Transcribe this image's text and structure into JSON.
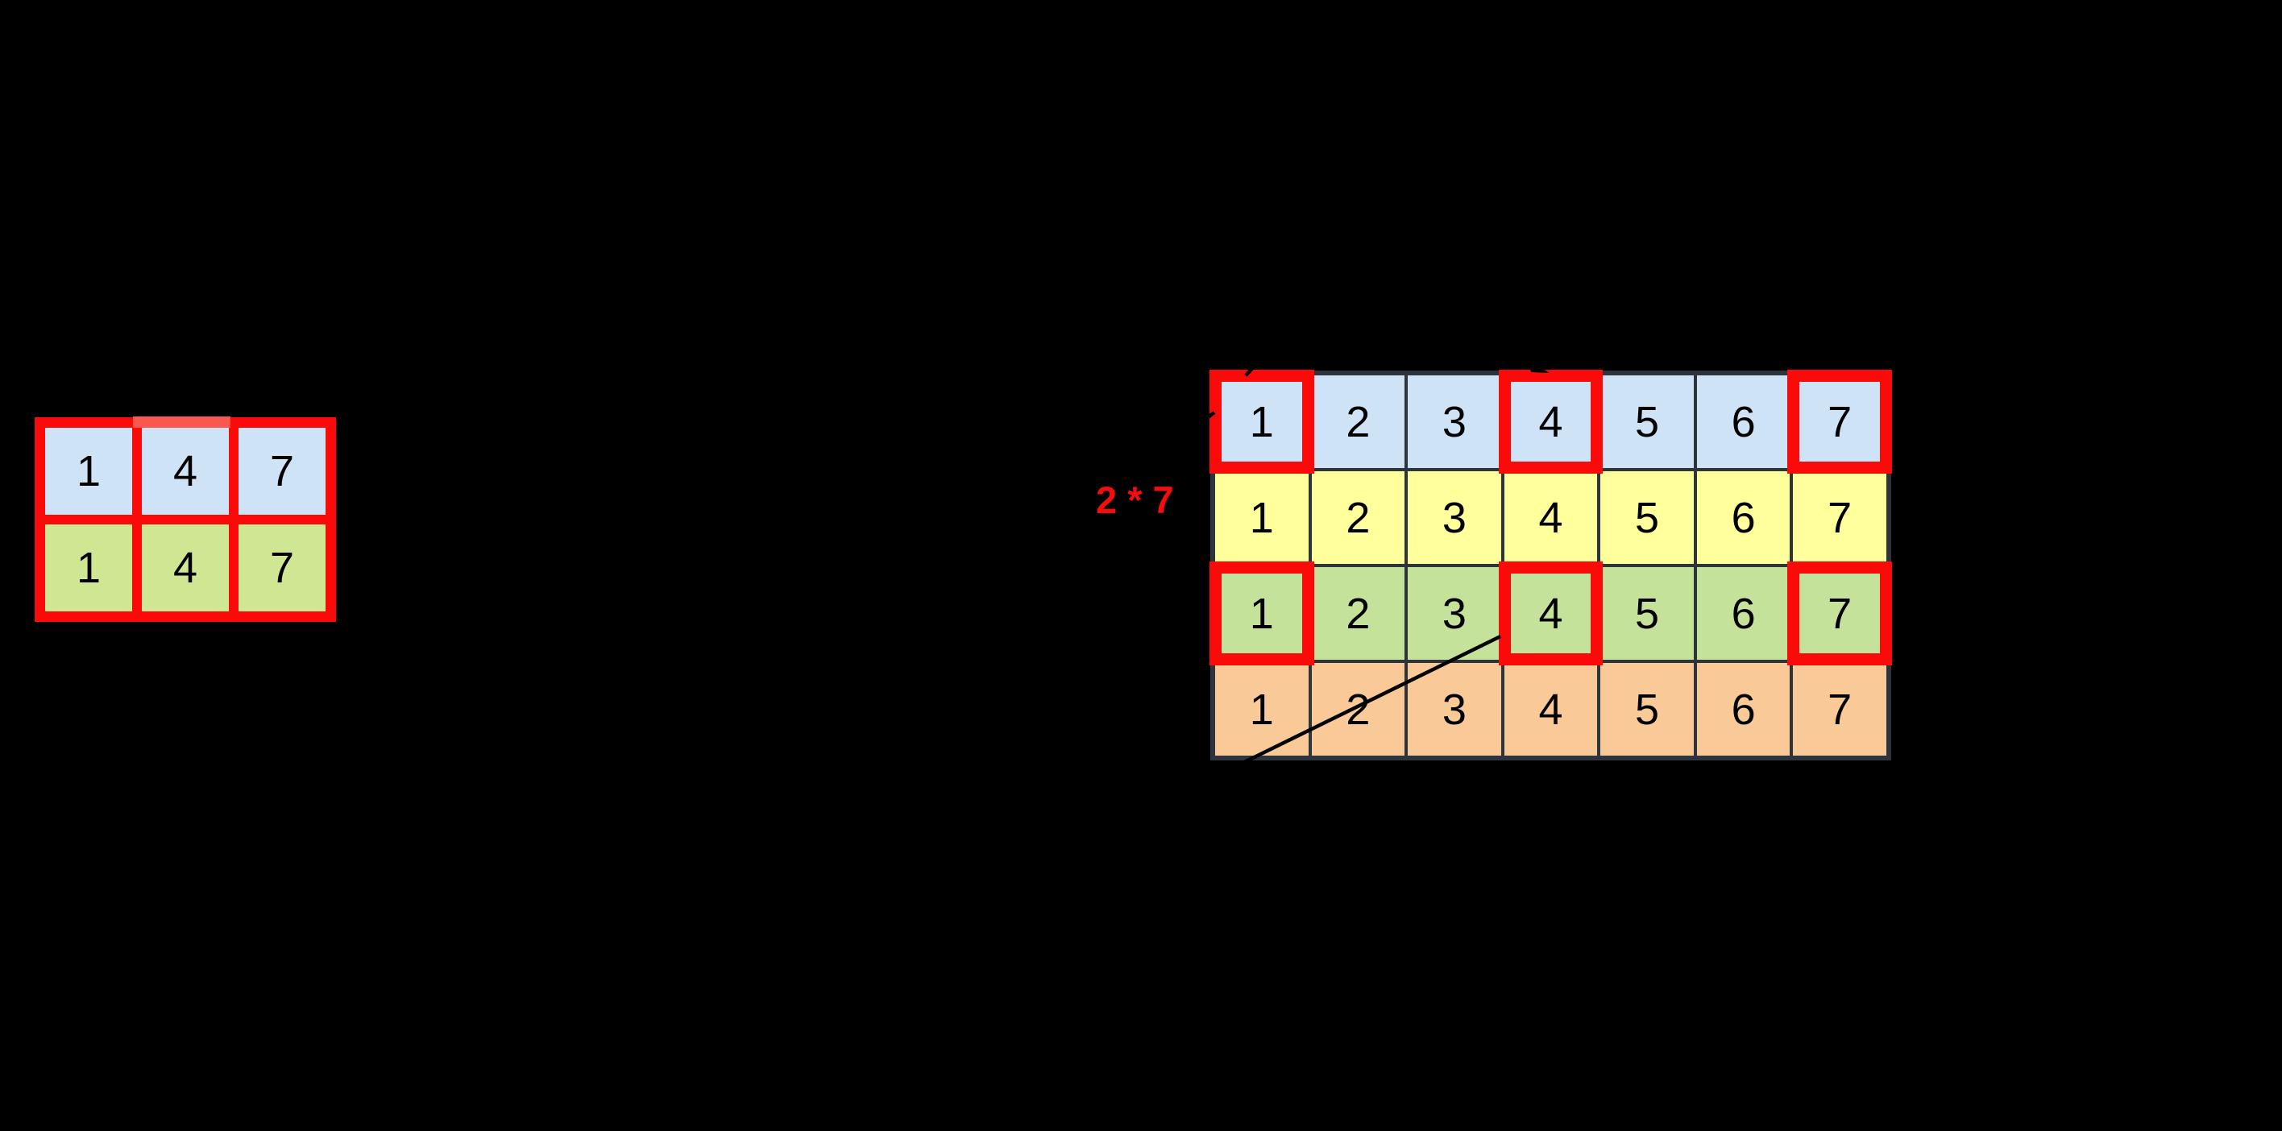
{
  "colors": {
    "background": "#000000",
    "cell_border": "#2e343c",
    "digit": "#000000",
    "highlight_red": "#fb0a0a",
    "highlight_red_light": "#fa574e",
    "label_red": "#f50d0d",
    "pointer_black": "#000000",
    "row_blue": "#cfe3f7",
    "row_yellow": "#ffff9b",
    "row_green": "#c5e29b",
    "row_orange": "#f9c998",
    "kernel_blue": "#cfe3f7",
    "kernel_green": "#cfe693"
  },
  "kernel_grid": {
    "rows": [
      {
        "fill_key": "kernel_blue",
        "values": [
          "1",
          "4",
          "7"
        ]
      },
      {
        "fill_key": "kernel_green",
        "values": [
          "1",
          "4",
          "7"
        ]
      }
    ]
  },
  "multiply_label": {
    "text": "2 * 7"
  },
  "input_grid": {
    "rows": [
      {
        "fill_key": "row_blue",
        "values": [
          "1",
          "2",
          "3",
          "4",
          "5",
          "6",
          "7"
        ],
        "highlighted": [
          1,
          4,
          7
        ]
      },
      {
        "fill_key": "row_yellow",
        "values": [
          "1",
          "2",
          "3",
          "4",
          "5",
          "6",
          "7"
        ],
        "highlighted": []
      },
      {
        "fill_key": "row_green",
        "values": [
          "1",
          "2",
          "3",
          "4",
          "5",
          "6",
          "7"
        ],
        "highlighted": [
          1,
          4,
          7
        ]
      },
      {
        "fill_key": "row_orange",
        "values": [
          "1",
          "2",
          "3",
          "4",
          "5",
          "6",
          "7"
        ],
        "highlighted": []
      }
    ]
  }
}
